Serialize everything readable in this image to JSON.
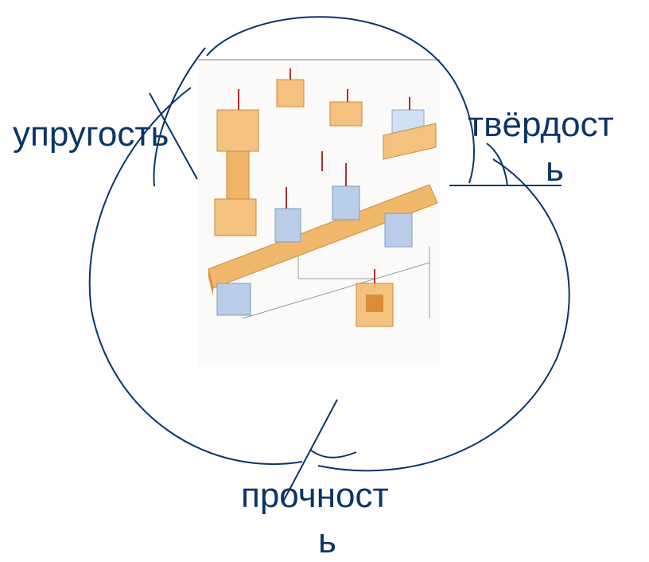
{
  "labels": {
    "left": "упругость",
    "right_line1": "твёрдост",
    "right_line2": "ь",
    "bottom_line1": "прочност",
    "bottom_line2": "ь"
  },
  "colors": {
    "ink": "#0b3566",
    "background": "#ffffff",
    "wood_light": "#f4c27e",
    "wood_dark": "#d98e3a",
    "metal": "#b9cde8"
  }
}
